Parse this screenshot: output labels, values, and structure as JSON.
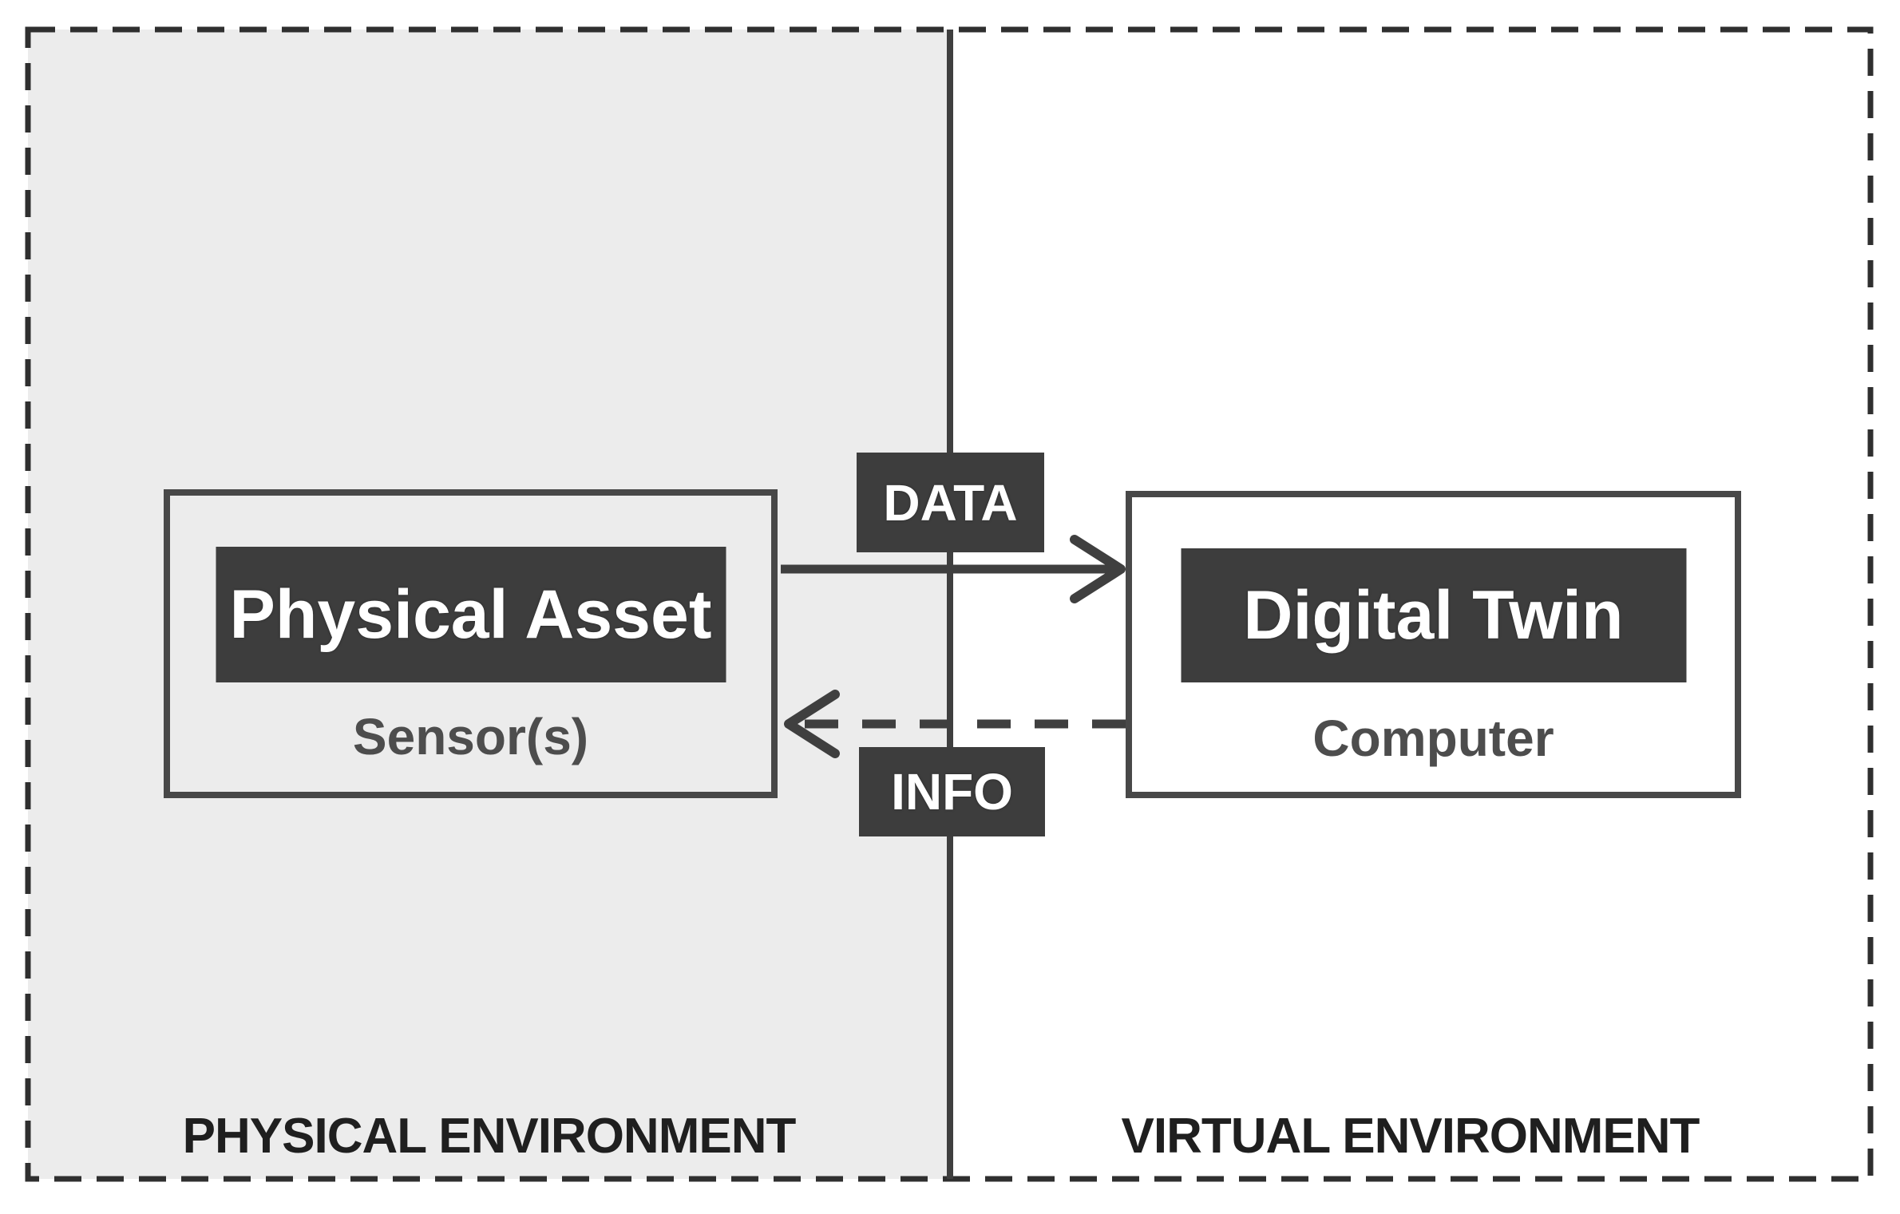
{
  "diagram": {
    "title_semantic": "Digital Twin concept diagram",
    "physical_side": {
      "env_label": "PHYSICAL ENVIRONMENT",
      "box_title": "Physical Asset",
      "box_subtitle": "Sensor(s)"
    },
    "virtual_side": {
      "env_label": "VIRTUAL ENVIRONMENT",
      "box_title": "Digital Twin",
      "box_subtitle": "Computer"
    },
    "flows": {
      "data_label": "DATA",
      "info_label": "INFO",
      "data_arrow_style": "solid, left-to-right",
      "info_arrow_style": "dashed, right-to-left"
    },
    "colors": {
      "panel_gray": "#ececec",
      "dark_plate": "#3d3d3d",
      "line_dark": "#3f3f3f",
      "box_border": "#484848",
      "frame_dash": "#2f2f2f",
      "subtitle_text": "#4d4d4d",
      "env_text": "#1f1f1f",
      "white_text": "#ffffff",
      "background": "#ffffff"
    }
  }
}
